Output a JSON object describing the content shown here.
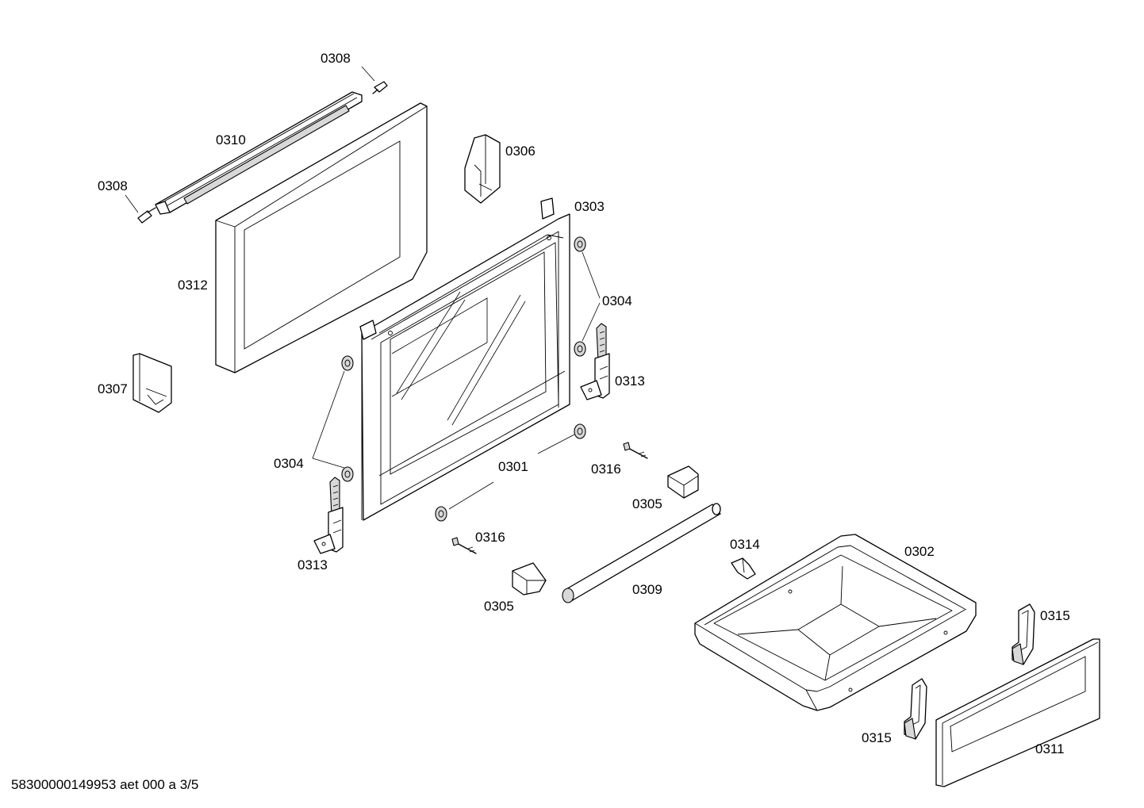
{
  "labels": {
    "l0308a": "0308",
    "l0308b": "0308",
    "l0310": "0310",
    "l0312": "0312",
    "l0307": "0307",
    "l0306": "0306",
    "l0303": "0303",
    "l0304a": "0304",
    "l0304b": "0304",
    "l0313a": "0313",
    "l0313b": "0313",
    "l0301": "0301",
    "l0316a": "0316",
    "l0316b": "0316",
    "l0305a": "0305",
    "l0305b": "0305",
    "l0309": "0309",
    "l0314": "0314",
    "l0302": "0302",
    "l0315a": "0315",
    "l0315b": "0315",
    "l0311": "0311"
  },
  "footer": "58300000149953 aet 000 a 3/5"
}
